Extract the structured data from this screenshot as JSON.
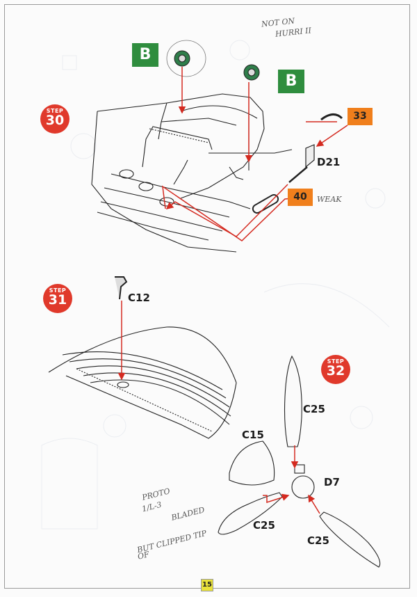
{
  "steps": [
    {
      "word": "STEP",
      "number": "30"
    },
    {
      "word": "STEP",
      "number": "31"
    },
    {
      "word": "STEP",
      "number": "32"
    }
  ],
  "green_labels": [
    "B",
    "B"
  ],
  "orange_labels": [
    "33",
    "40"
  ],
  "parts": {
    "d21": "D21",
    "c12": "C12",
    "c25_top": "C25",
    "c15": "C15",
    "d7": "D7",
    "c25_left": "C25",
    "c25_right": "C25"
  },
  "notes": {
    "top_1": "NOT ON",
    "top_2": "HURRI II",
    "weak": "WEAK",
    "prop_1": "PROTO",
    "prop_2": "1/L-3",
    "prop_3": "BLADED",
    "prop_4": "BUT CLIPPED TIP",
    "prop_5": "OF"
  },
  "page_number": "15",
  "colors": {
    "step_red": "#e0392b",
    "green": "#2f8d3e",
    "orange": "#f07f1c",
    "arrow_red": "#d42a20"
  }
}
